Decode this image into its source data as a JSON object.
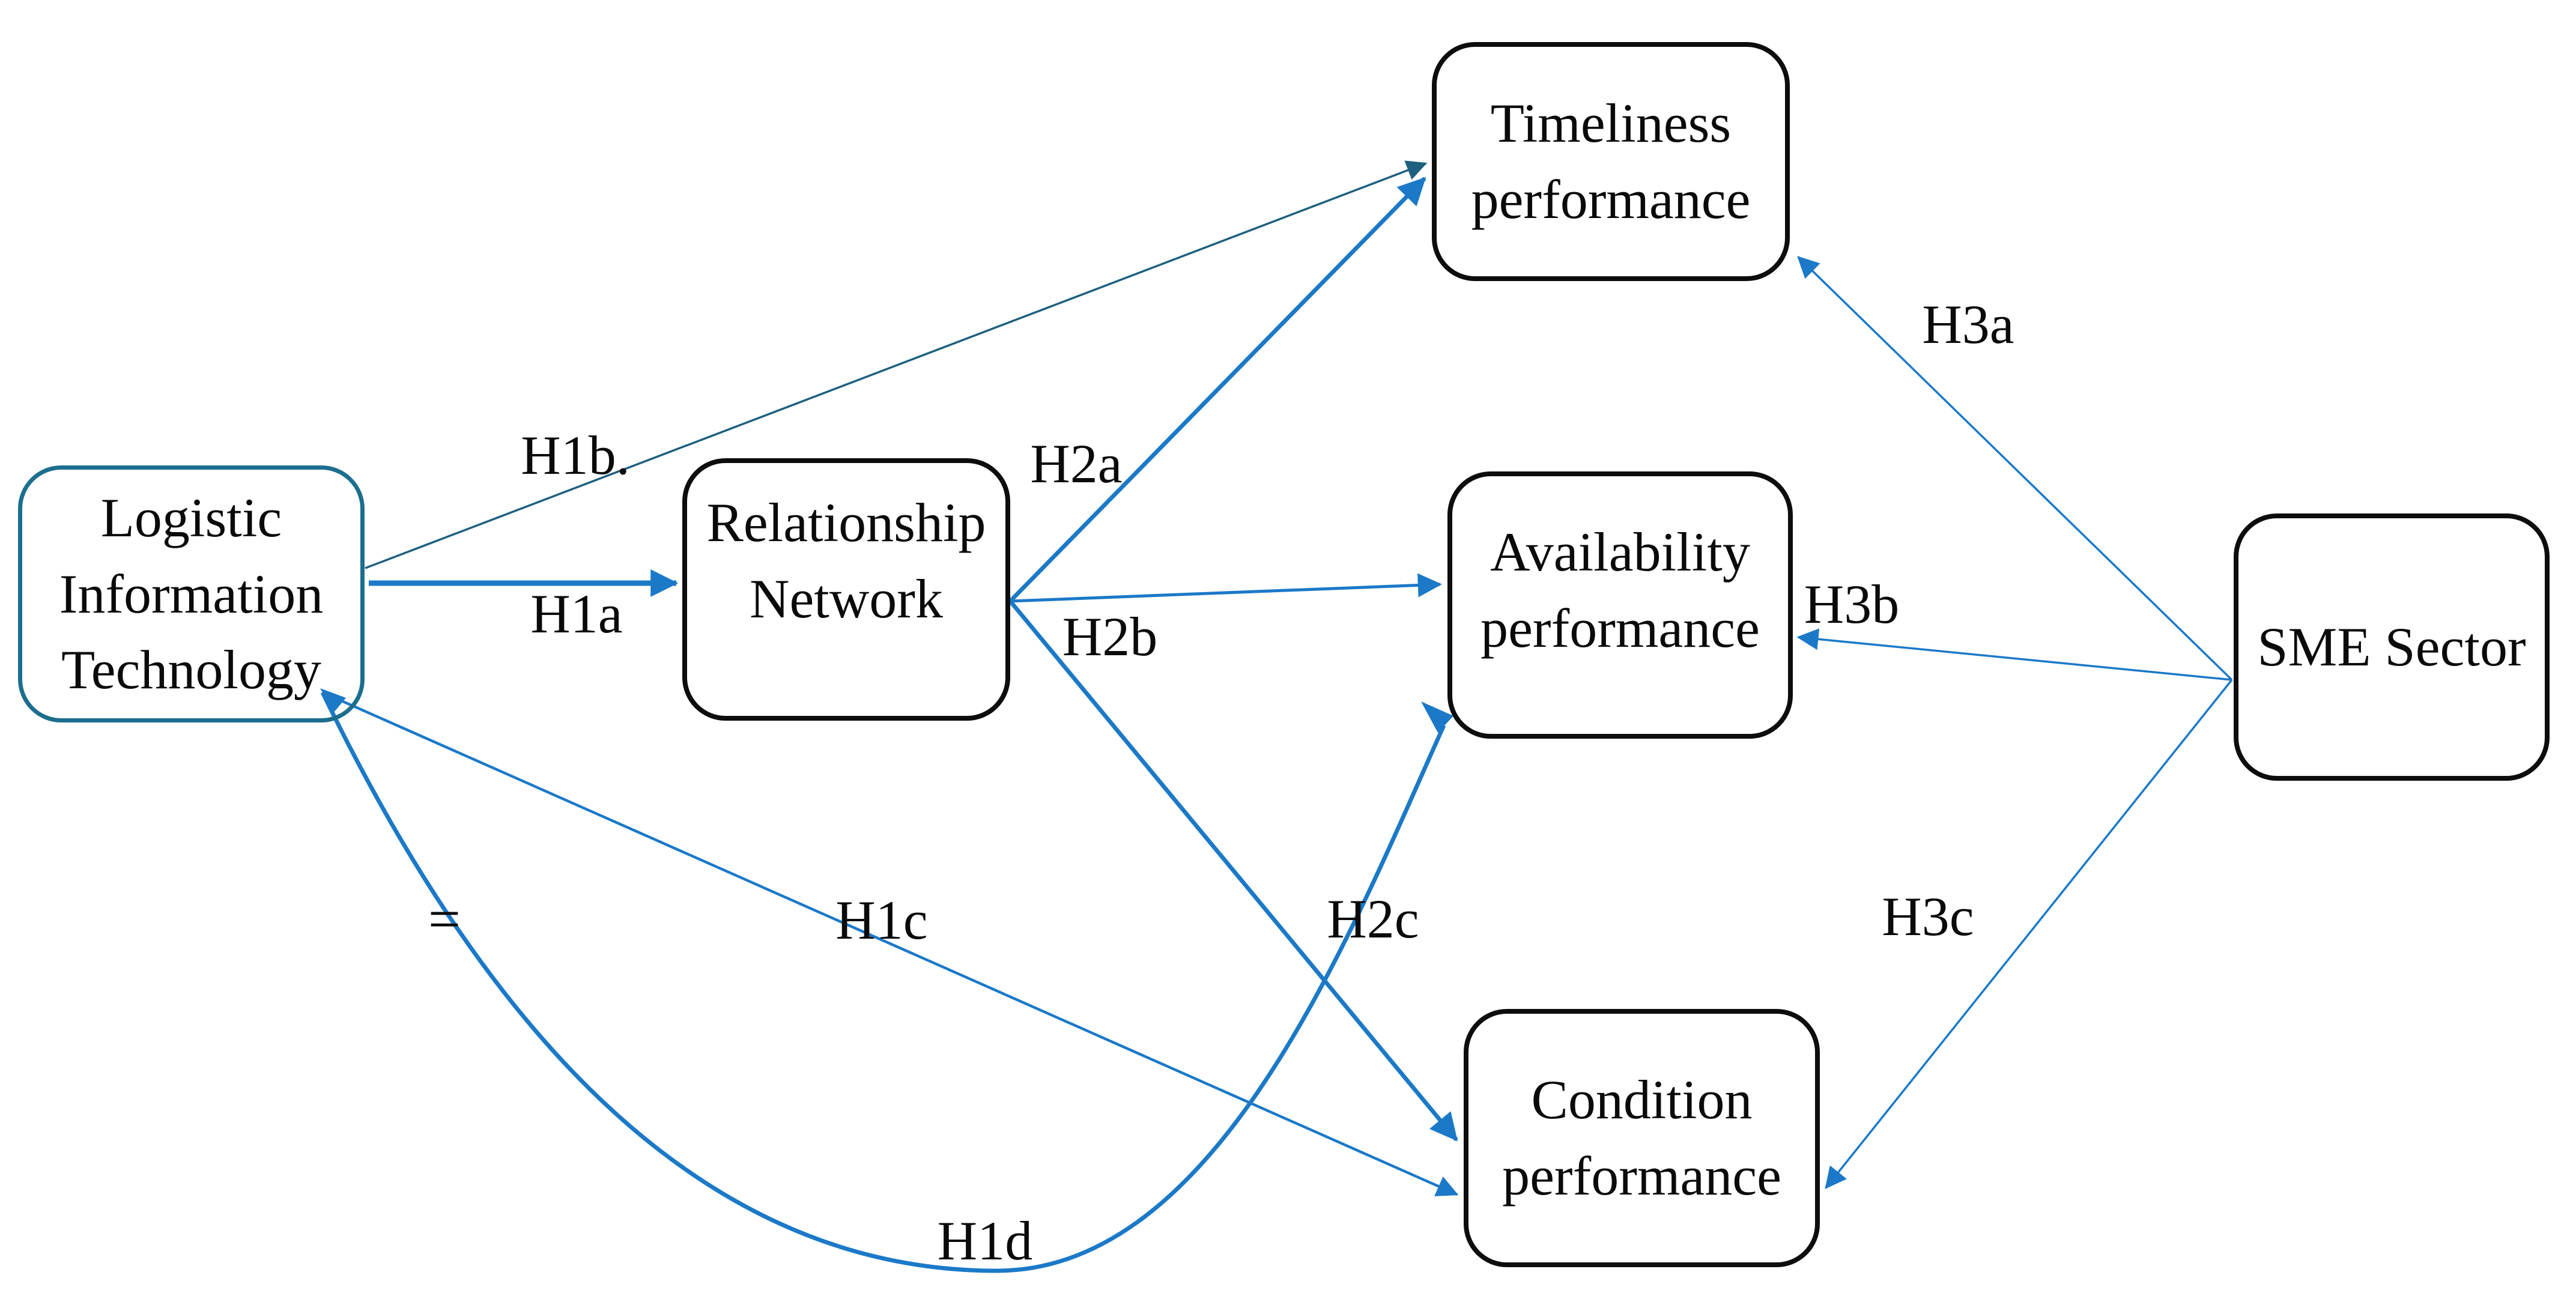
{
  "diagram": {
    "title": "Research model of logistic information technology, relationship network and SME performance",
    "background": "#ffffff",
    "colors": {
      "arrow_blue": "#1B79C8",
      "arrow_steel_blue": "#1D6080",
      "box_border_black": "#0d0d0d",
      "logistic_box_border_teal": "#1C6E8E",
      "text_black": "#0a0a0a"
    },
    "nodes": [
      {
        "id": "logistic-information-technology",
        "label": "Logistic Information Technology"
      },
      {
        "id": "relationship-network",
        "label": "Relationship Network"
      },
      {
        "id": "timeliness-performance",
        "label": "Timeliness performance"
      },
      {
        "id": "availability-performance",
        "label": "Availability performance"
      },
      {
        "id": "condition-performance",
        "label": "Condition performance"
      },
      {
        "id": "sme-sector",
        "label": "SME Sector"
      }
    ],
    "edges": [
      {
        "id": "H1a",
        "label": "H1a",
        "from": "logistic-information-technology",
        "to": "relationship-network"
      },
      {
        "id": "H1b",
        "label": "H1b.",
        "from": "logistic-information-technology",
        "to": "timeliness-performance"
      },
      {
        "id": "H1c",
        "label": "H1c",
        "from": "logistic-information-technology",
        "to": "condition-performance"
      },
      {
        "id": "H1d",
        "label": "H1d",
        "from": "logistic-information-technology",
        "to": "availability-performance"
      },
      {
        "id": "H2a",
        "label": "H2a",
        "from": "relationship-network",
        "to": "timeliness-performance"
      },
      {
        "id": "H2b",
        "label": "H2b",
        "from": "relationship-network",
        "to": "availability-performance"
      },
      {
        "id": "H2c",
        "label": "H2c",
        "from": "relationship-network",
        "to": "condition-performance"
      },
      {
        "id": "H3a",
        "label": "H3a",
        "from": "sme-sector",
        "to": "timeliness-performance"
      },
      {
        "id": "H3b",
        "label": "H3b",
        "from": "sme-sector",
        "to": "availability-performance"
      },
      {
        "id": "H3c",
        "label": "H3c",
        "from": "sme-sector",
        "to": "condition-performance"
      }
    ],
    "symbols": {
      "equals": "="
    }
  }
}
